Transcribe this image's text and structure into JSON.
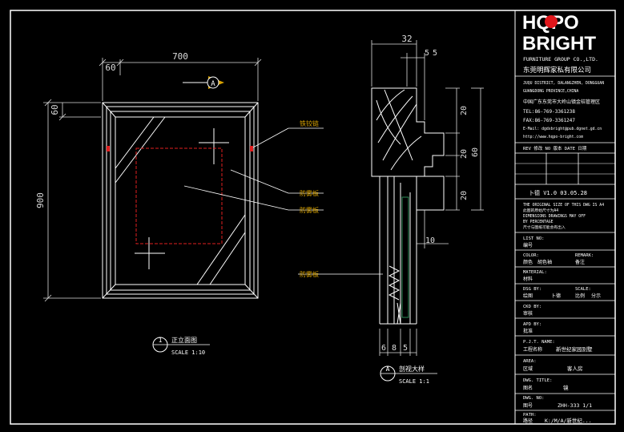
{
  "front_view": {
    "dim_width": "700",
    "dim_side": "60",
    "dim_height": "900",
    "dim_top": "60",
    "section_marker": "A",
    "title_num": "1",
    "title": "正立面图",
    "scale": "SCALE 1:10"
  },
  "callouts": {
    "hinge": "铁铰链",
    "glass1": "防雾板",
    "glass2": "防雾板",
    "glass3": "防雾板"
  },
  "section_view": {
    "dim_top_total": "32",
    "dim_top_a": "5",
    "dim_top_b": "5",
    "dim_20a": "20",
    "dim_20b": "20",
    "dim_60": "60",
    "dim_20c": "20",
    "dim_10": "10",
    "bottom_dims": [
      "6",
      "8",
      "5"
    ],
    "title_marker": "A",
    "title": "剖视大样",
    "scale": "SCALE 1:1"
  },
  "title_block": {
    "logo_line1": "HQPO",
    "logo_line2": "BRIGHT",
    "company_en": "FURNITURE GROUP CO.,LTD.",
    "company_cn": "东莞明辉家私有限公司",
    "addr1": "JUQU DISTRICT, DALANGZHEN, DONGGUAN",
    "addr2": "GUANGDONG PROVINCE,CHINA",
    "addr3": "中国广东东莞市大岭山镇金桔管理区",
    "tel": "TEL:86-769-3361238",
    "fax": "FAX:86-769-3361247",
    "email": "E-Mail: dgdxbright@pub.dgnet.gd.cn",
    "web": "http://www.hqpo-bright.com",
    "rev_header": "REV 修改    NO 版本    DATE 日期",
    "rev_row": "卜德    V1.0    03.05.28",
    "note1": "THE ORIGINAL SIZE OF THIS DWG IS A4",
    "note2": "此图的原始尺寸为A4",
    "note3": "DIMENSIONS DRAWINGS MAY OFF",
    "note4": "BY PERCENTAGE",
    "note5": "尺寸与图纸可能会有出入",
    "list_no_label": "LIST NO:",
    "list_no_cn": "编号",
    "color_label": "COLOR:",
    "remark_label": "REMARK:",
    "color_cn": "颜色",
    "color_value": "胡色袖",
    "remark_cn": "备注",
    "material_label": "MATERIAL:",
    "material_cn": "材料",
    "dsg_label": "DSG BY:",
    "scale_label": "SCALE:",
    "dsg_cn": "绘图",
    "dsg_value": "卜德",
    "scale_cn": "比例",
    "scale_value": "分示",
    "ckd_label": "CKD BY:",
    "ckd_cn": "审核",
    "apd_label": "APD BY:",
    "apd_cn": "批准",
    "prj_label": "P.J.T. NAME:",
    "prj_cn": "工程名称",
    "prj_value": "新世纪家园别墅",
    "area_label": "AREA:",
    "area_cn": "区域",
    "area_value": "客人房",
    "dwg_title_label": "DWG. TITLE:",
    "dwg_title_cn": "图名",
    "dwg_title_value": "镜",
    "dwg_no_label": "DWG. NO:",
    "dwg_no_cn": "图号",
    "dwg_no_value": "ZHH-333 1/1",
    "path_label": "PATH:",
    "path_cn": "路径",
    "path_value": "K:/M/A/新世纪..."
  },
  "colors": {
    "line": "#ffffff",
    "dim": "#e6e6e6",
    "callout": "#d9a300",
    "hidden": "#e02020",
    "logo_red": "#e0161b"
  }
}
